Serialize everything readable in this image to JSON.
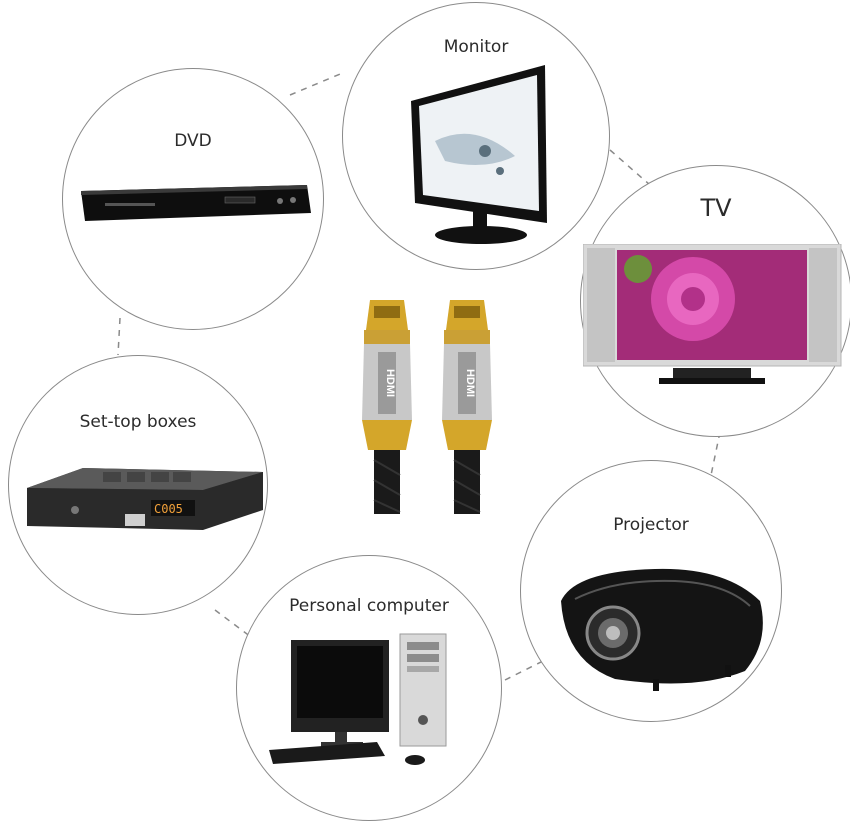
{
  "devices": [
    {
      "id": "dvd",
      "label": "DVD",
      "icon": "dvd-player-icon"
    },
    {
      "id": "monitor",
      "label": "Monitor",
      "icon": "monitor-icon"
    },
    {
      "id": "tv",
      "label": "TV",
      "icon": "tv-icon"
    },
    {
      "id": "settop",
      "label": "Set-top boxes",
      "icon": "set-top-box-icon"
    },
    {
      "id": "projector",
      "label": "Projector",
      "icon": "projector-icon"
    },
    {
      "id": "pc",
      "label": "Personal computer",
      "icon": "desktop-computer-icon"
    }
  ],
  "center": {
    "product": "HDMI cable",
    "connector_text": "HDMI",
    "icon": "hdmi-cable-icon"
  },
  "stb_display": "C005",
  "colors": {
    "ring": "#8a8a8a",
    "connector_gold": "#d4a62a",
    "connector_silver": "#c8c8c8",
    "cable": "#1a1a1a"
  }
}
